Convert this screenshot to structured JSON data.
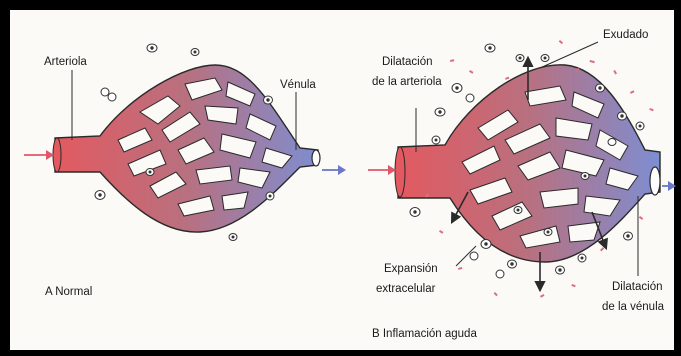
{
  "panel_a": {
    "caption": "A Normal",
    "label_arteriole": "Arteriola",
    "label_venule": "Vénula"
  },
  "panel_b": {
    "caption": "B Inflamación aguda",
    "label_arteriole_line1": "Dilatación",
    "label_arteriole_line2": "de la arteriola",
    "label_exudate": "Exudado",
    "label_expansion_line1": "Expansión",
    "label_expansion_line2": "extracelular",
    "label_venule_line1": "Dilatación",
    "label_venule_line2": "de la vénula"
  },
  "colors": {
    "arterial_red": "#e4595f",
    "vessel_mid": "#b9707f",
    "venous_blue": "#7d8ed2",
    "outline": "#2a2a2a",
    "flow_in_arrow": "#e0566a",
    "flow_out_arrow": "#6a78c8"
  }
}
